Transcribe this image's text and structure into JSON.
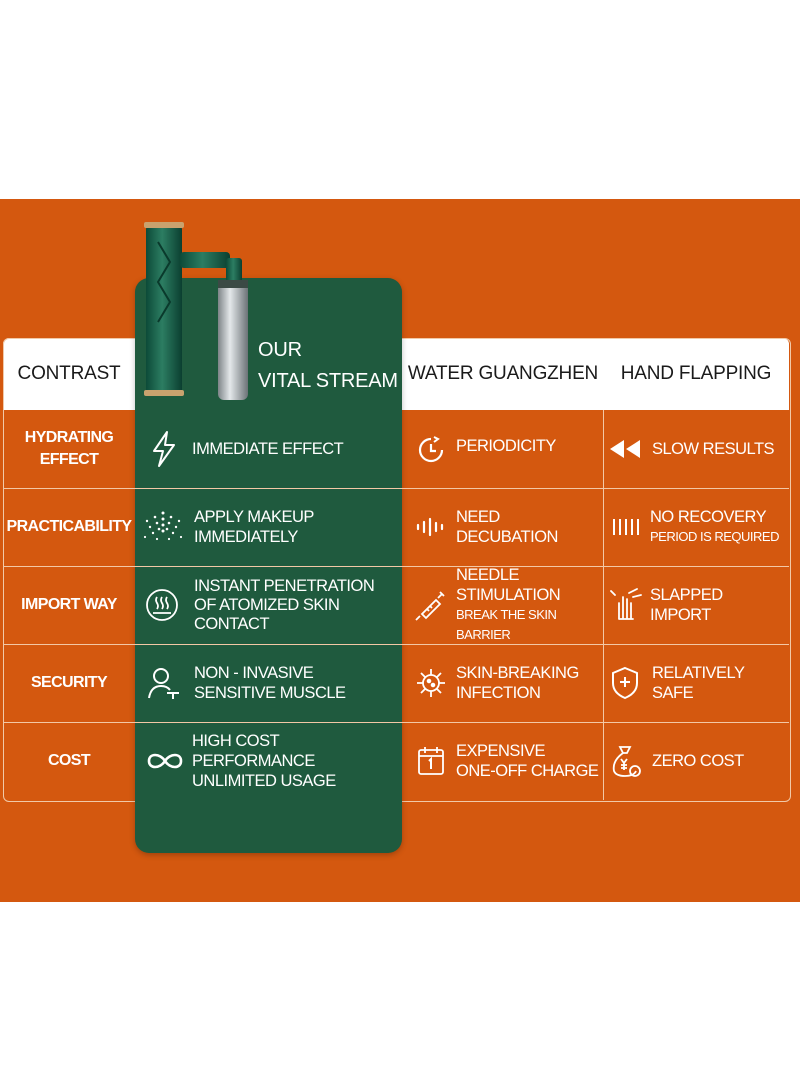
{
  "header": {
    "contrast": "CONTRAST",
    "ours_line1": "OUR",
    "ours_line2": "VITAL STREAM",
    "col2": "WATER GUANGZHEN",
    "col3": "HAND FLAPPING"
  },
  "rows": [
    {
      "label": "HYDRATING EFFECT",
      "ours": [
        "IMMEDIATE EFFECT"
      ],
      "col2": [
        "PERIODICITY"
      ],
      "col3": [
        "SLOW RESULTS"
      ]
    },
    {
      "label": "PRACTICABILITY",
      "ours": [
        "APPLY MAKEUP",
        "IMMEDIATELY"
      ],
      "col2": [
        "NEED",
        "DECUBATION"
      ],
      "col3": [
        "NO RECOVERY",
        "PERIOD IS REQUIRED"
      ]
    },
    {
      "label": "IMPORT WAY",
      "ours": [
        "INSTANT PENETRATION",
        "OF ATOMIZED SKIN",
        "CONTACT"
      ],
      "col2": [
        "NEEDLE",
        "STIMULATION",
        "BREAK THE SKIN BARRIER"
      ],
      "col3": [
        "SLAPPED",
        "IMPORT"
      ]
    },
    {
      "label": "SECURITY",
      "ours": [
        "NON - INVASIVE",
        "SENSITIVE MUSCLE"
      ],
      "col2": [
        "SKIN-BREAKING",
        "INFECTION"
      ],
      "col3": [
        "RELATIVELY SAFE"
      ]
    },
    {
      "label": "COST",
      "ours": [
        "HIGH COST PERFORMANCE",
        "UNLIMITED USAGE"
      ],
      "col2": [
        "EXPENSIVE",
        "ONE-OFF CHARGE"
      ],
      "col3": [
        "ZERO COST"
      ]
    }
  ],
  "icons": {
    "r0": [
      "lightning-icon",
      "clock-icon",
      "rewind-icon"
    ],
    "r1": [
      "spray-icon",
      "waveform-icon",
      "bars-icon"
    ],
    "r2": [
      "steam-icon",
      "syringe-icon",
      "hand-tap-icon"
    ],
    "r3": [
      "person-icon",
      "virus-icon",
      "shield-plus-icon"
    ],
    "r4": [
      "infinity-icon",
      "calendar-icon",
      "money-bag-icon"
    ]
  },
  "colors": {
    "orange": "#d4580f",
    "green": "#1f5a3e",
    "white": "#ffffff"
  }
}
